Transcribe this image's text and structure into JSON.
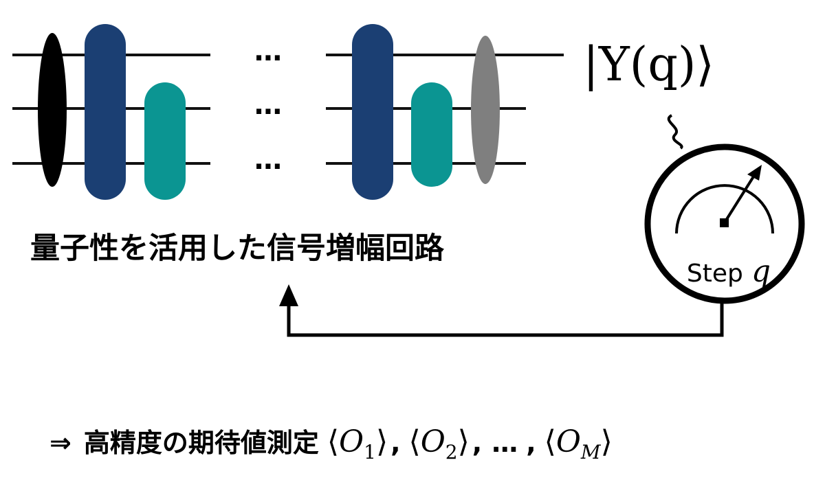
{
  "circuit": {
    "ket_text": "|Υ(q)⟩",
    "ellipsis": "⋯",
    "colors": {
      "wire": "#111111",
      "entangling_gate": "#1b3f73",
      "two_qubit_gate": "#0b9592",
      "initial_gate": "#000000",
      "final_gate": "#7f7f7f"
    }
  },
  "caption": "量子性を活用した信号増幅回路",
  "meter": {
    "label": "Step",
    "variable": "q",
    "colors": {
      "stroke": "#000000"
    }
  },
  "result": {
    "arrow": "⇒",
    "text": "高精度の期待値測定",
    "expectations": [
      {
        "symbol": "O",
        "sub": "1"
      },
      {
        "symbol": "O",
        "sub": "2"
      },
      {
        "symbol": "O",
        "sub": "M"
      }
    ],
    "separator": ",",
    "dots": "…"
  }
}
